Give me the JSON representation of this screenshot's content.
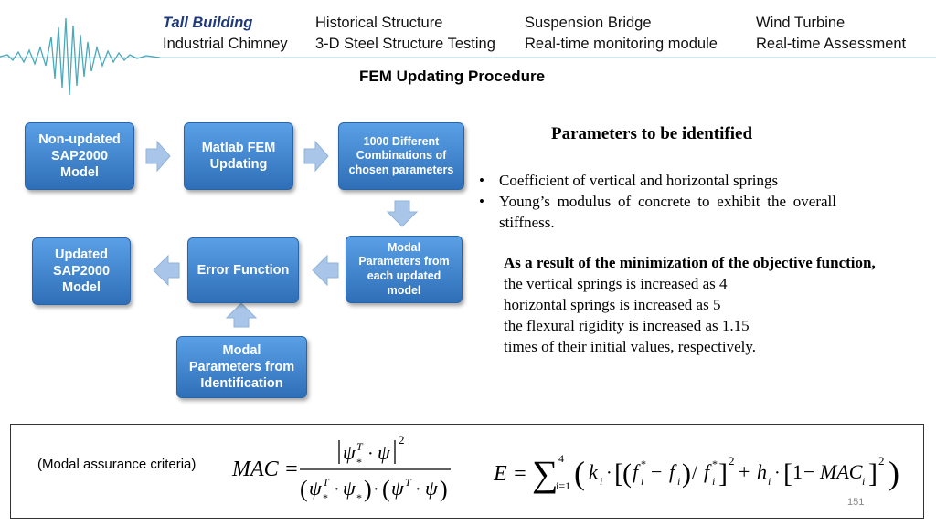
{
  "nav": {
    "row1": [
      "Tall Building",
      "Historical Structure",
      "Suspension Bridge",
      "Wind Turbine"
    ],
    "row2": [
      "Industrial Chimney",
      "3-D Steel Structure Testing",
      "Real-time monitoring module",
      "Real-time Assessment"
    ],
    "active": "Tall Building"
  },
  "page_title": "FEM Updating Procedure",
  "flow": {
    "box1": [
      "Non-updated",
      "SAP2000",
      "Model"
    ],
    "box2": [
      "Matlab FEM",
      "Updating"
    ],
    "box3": [
      "1000 Different",
      "Combinations of",
      "chosen parameters"
    ],
    "box4": [
      "Modal",
      "Parameters from",
      "each updated",
      "model"
    ],
    "box5": [
      "Error Function"
    ],
    "box6": [
      "Updated",
      "SAP2000",
      "Model"
    ],
    "box7": [
      "Modal",
      "Parameters from",
      "Identification"
    ]
  },
  "params": {
    "title": "Parameters to be identified",
    "bullets": [
      "Coefficient of vertical and horizontal springs",
      "Young’s modulus of concrete to exhibit the overall stiffness."
    ],
    "result_heading": "As a result of the minimization of the objective function,",
    "result_lines": [
      "the vertical springs is increased as 4",
      "horizontal springs is increased as 5",
      "the flexural rigidity is increased as 1.15",
      "times of their initial values, respectively."
    ]
  },
  "formulas": {
    "mac_label": "(Modal assurance criteria)",
    "mac_lhs": "MAC =",
    "e_lhs": "E =",
    "sum_upper": "4",
    "sum_lower": "i=1"
  },
  "page_number": "151",
  "colors": {
    "box_top": "#5aa0e6",
    "box_bottom": "#2f6fb8",
    "arrow": "#a9c6e8",
    "wave": "#4aa8b8"
  }
}
